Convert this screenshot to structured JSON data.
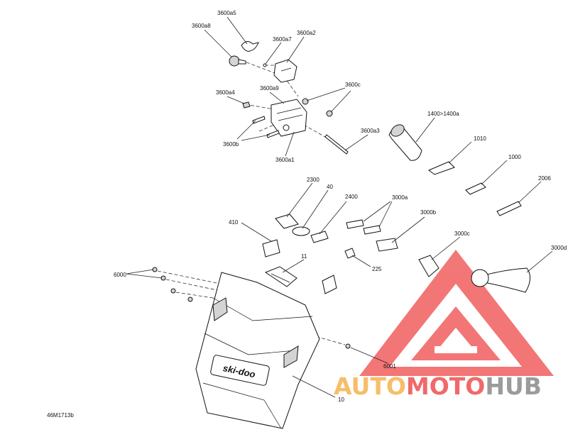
{
  "diagram": {
    "reference_code": "46M1713b",
    "labels": {
      "p3600a5": "3600a5",
      "p3600a8": "3600a8",
      "p3600a7": "3600a7",
      "p3600a2": "3600a2",
      "p3600a4": "3600a4",
      "p3600a9": "3600a9",
      "p3600c": "3600c",
      "p3600b": "3600b",
      "p3600a1": "3600a1",
      "p3600a3": "3600a3",
      "p1400": "1400>1400a",
      "p1010": "1010",
      "p1000": "1000",
      "p2006": "2006",
      "p2300": "2300",
      "p40": "40",
      "p2400": "2400",
      "p3000a": "3000a",
      "p3000b": "3000b",
      "p410": "410",
      "p3000c": "3000c",
      "p3000d": "3000d",
      "p11": "11",
      "p225": "225",
      "p6000": "6000",
      "p6001": "6001",
      "p10": "10"
    },
    "brand_logo_text": "ski-doo"
  },
  "watermark": {
    "part1": "AUTO",
    "part2": "MOTO",
    "part3": "HUB",
    "colors": {
      "orange": "#f6b24f",
      "red": "#ef4f4f",
      "gray": "#8a8a8a"
    }
  }
}
